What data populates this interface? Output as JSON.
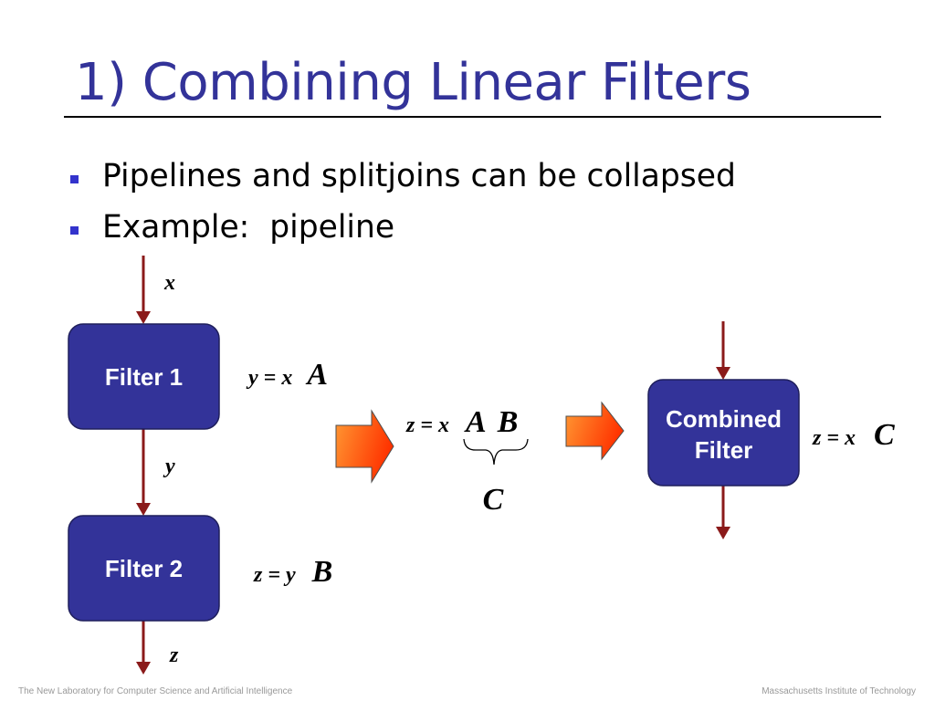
{
  "slide": {
    "title": "1) Combining Linear Filters",
    "bullets": [
      {
        "icon": "square-bullet-icon",
        "text": "Pipelines and splitjoins can be collapsed"
      },
      {
        "icon": "square-bullet-icon",
        "text": "Example:  pipeline"
      }
    ]
  },
  "diagram": {
    "signals": [
      "x",
      "y",
      "z"
    ],
    "flow_arrow_icon": "down-arrow-icon",
    "filters": [
      {
        "label": "Filter 1",
        "equation": {
          "expr": "y = x",
          "matrix": "A"
        }
      },
      {
        "label": "Filter 2",
        "equation": {
          "expr": "z = y",
          "matrix": "B"
        }
      }
    ],
    "transform_arrow_icon": "right-arrow-icon",
    "product": {
      "expr": "z = x",
      "matrices": [
        "A",
        "B"
      ],
      "brace_icon": "underbrace-icon",
      "result": "C"
    },
    "combined": {
      "label_lines": [
        "Combined",
        "Filter"
      ],
      "equation": {
        "expr": "z = x",
        "matrix": "C"
      }
    }
  },
  "footer": {
    "left": "The New Laboratory for Computer Science and Artificial Intelligence",
    "right": "Massachusetts Institute of Technology"
  },
  "colors": {
    "title": "#333399",
    "rule": "#000000",
    "bullet": "#3333CC",
    "body_text": "#000000",
    "filter_box": "#333399",
    "filter_box_border": "#1F1F5C",
    "filter_text": "#FFFFFF",
    "flow_arrow": "#8B1A1A",
    "arrow_gradient_start": "#FF9933",
    "arrow_gradient_end": "#FF3300",
    "arrow_outline": "#4D4D4D",
    "equation_text": "#000000",
    "footer_text": "#999999"
  }
}
